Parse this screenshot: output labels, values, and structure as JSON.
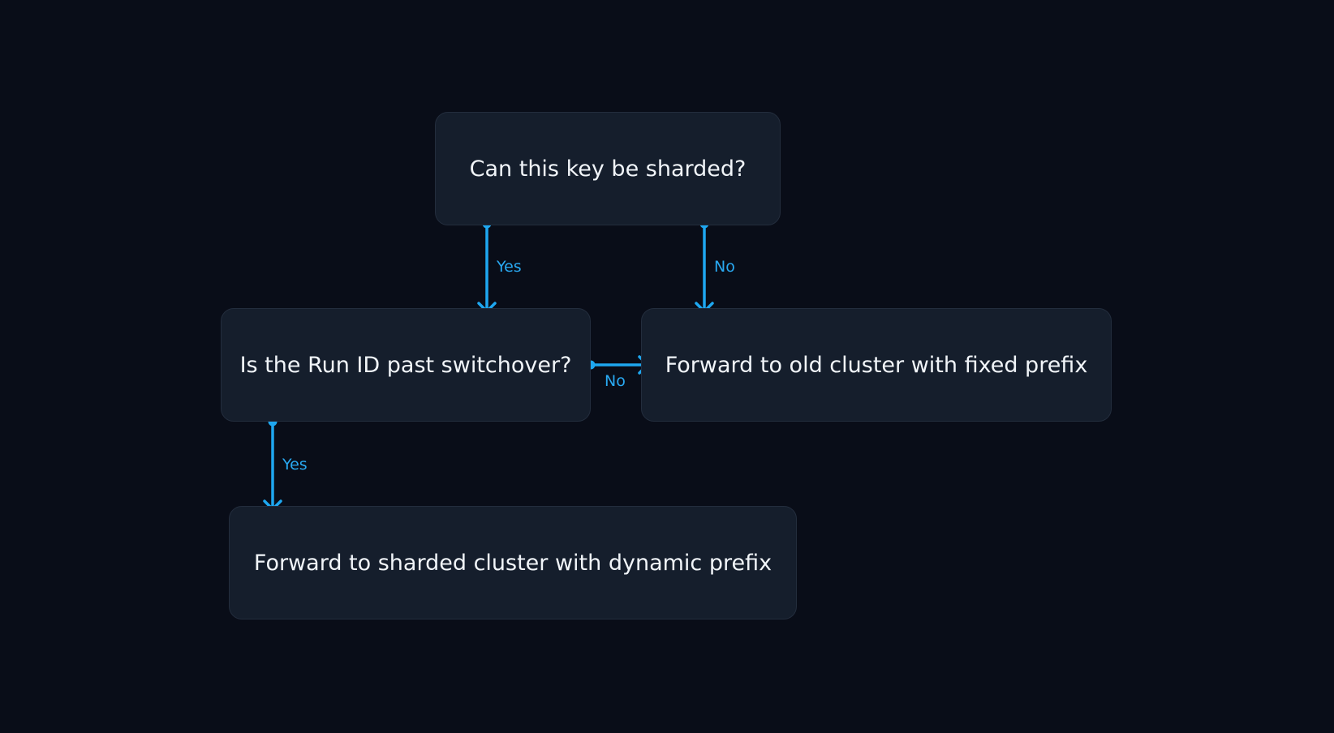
{
  "diagram": {
    "nodes": {
      "q1": "Can this key be sharded?",
      "q2": "Is the Run ID past switchover?",
      "old": "Forward to old cluster with fixed prefix",
      "sharded": "Forward to sharded cluster with dynamic prefix"
    },
    "edges": [
      {
        "from": "q1",
        "to": "q2",
        "label": "Yes"
      },
      {
        "from": "q1",
        "to": "old",
        "label": "No"
      },
      {
        "from": "q2",
        "to": "old",
        "label": "No"
      },
      {
        "from": "q2",
        "to": "sharded",
        "label": "Yes"
      }
    ],
    "colors": {
      "background": "#090d18",
      "node_fill": "#151e2c",
      "node_border": "#232d3d",
      "connector": "#1ea7f0",
      "text": "#f1f5f9"
    }
  }
}
